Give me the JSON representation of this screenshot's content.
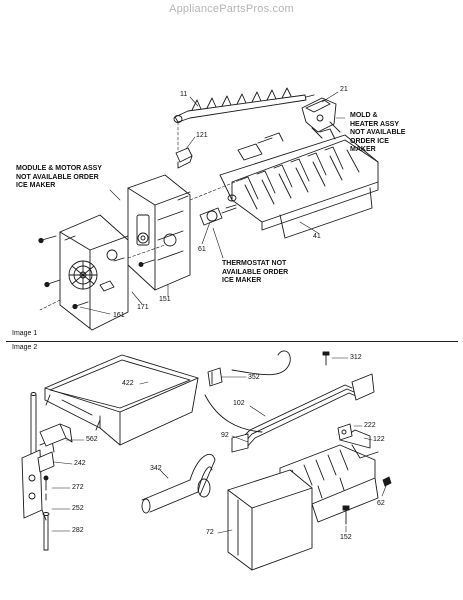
{
  "watermark": "AppliancePartsPros.com",
  "sections": {
    "image1": "Image 1",
    "image2": "Image 2"
  },
  "notes": {
    "module_motor": "MODULE & MOTOR ASSY\nNOT AVAILABLE ORDER\nICE MAKER",
    "mold_heater": "MOLD &\nHEATER ASSY\nNOT AVAILABLE\nORDER ICE\nMAKER",
    "thermostat": "THERMOSTAT NOT\nAVAILABLE ORDER\nICE MAKER"
  },
  "callouts": {
    "c11": "11",
    "c21": "21",
    "c121": "121",
    "c41": "41",
    "c61": "61",
    "c151": "151",
    "c171": "171",
    "c161": "161",
    "c312": "312",
    "c352": "352",
    "c422": "422",
    "c102": "102",
    "c222": "222",
    "c122": "122",
    "c92": "92",
    "c562": "562",
    "c242": "242",
    "c342": "342",
    "c272": "272",
    "c252": "252",
    "c282": "282",
    "c72": "72",
    "c152": "152",
    "c62": "62"
  }
}
